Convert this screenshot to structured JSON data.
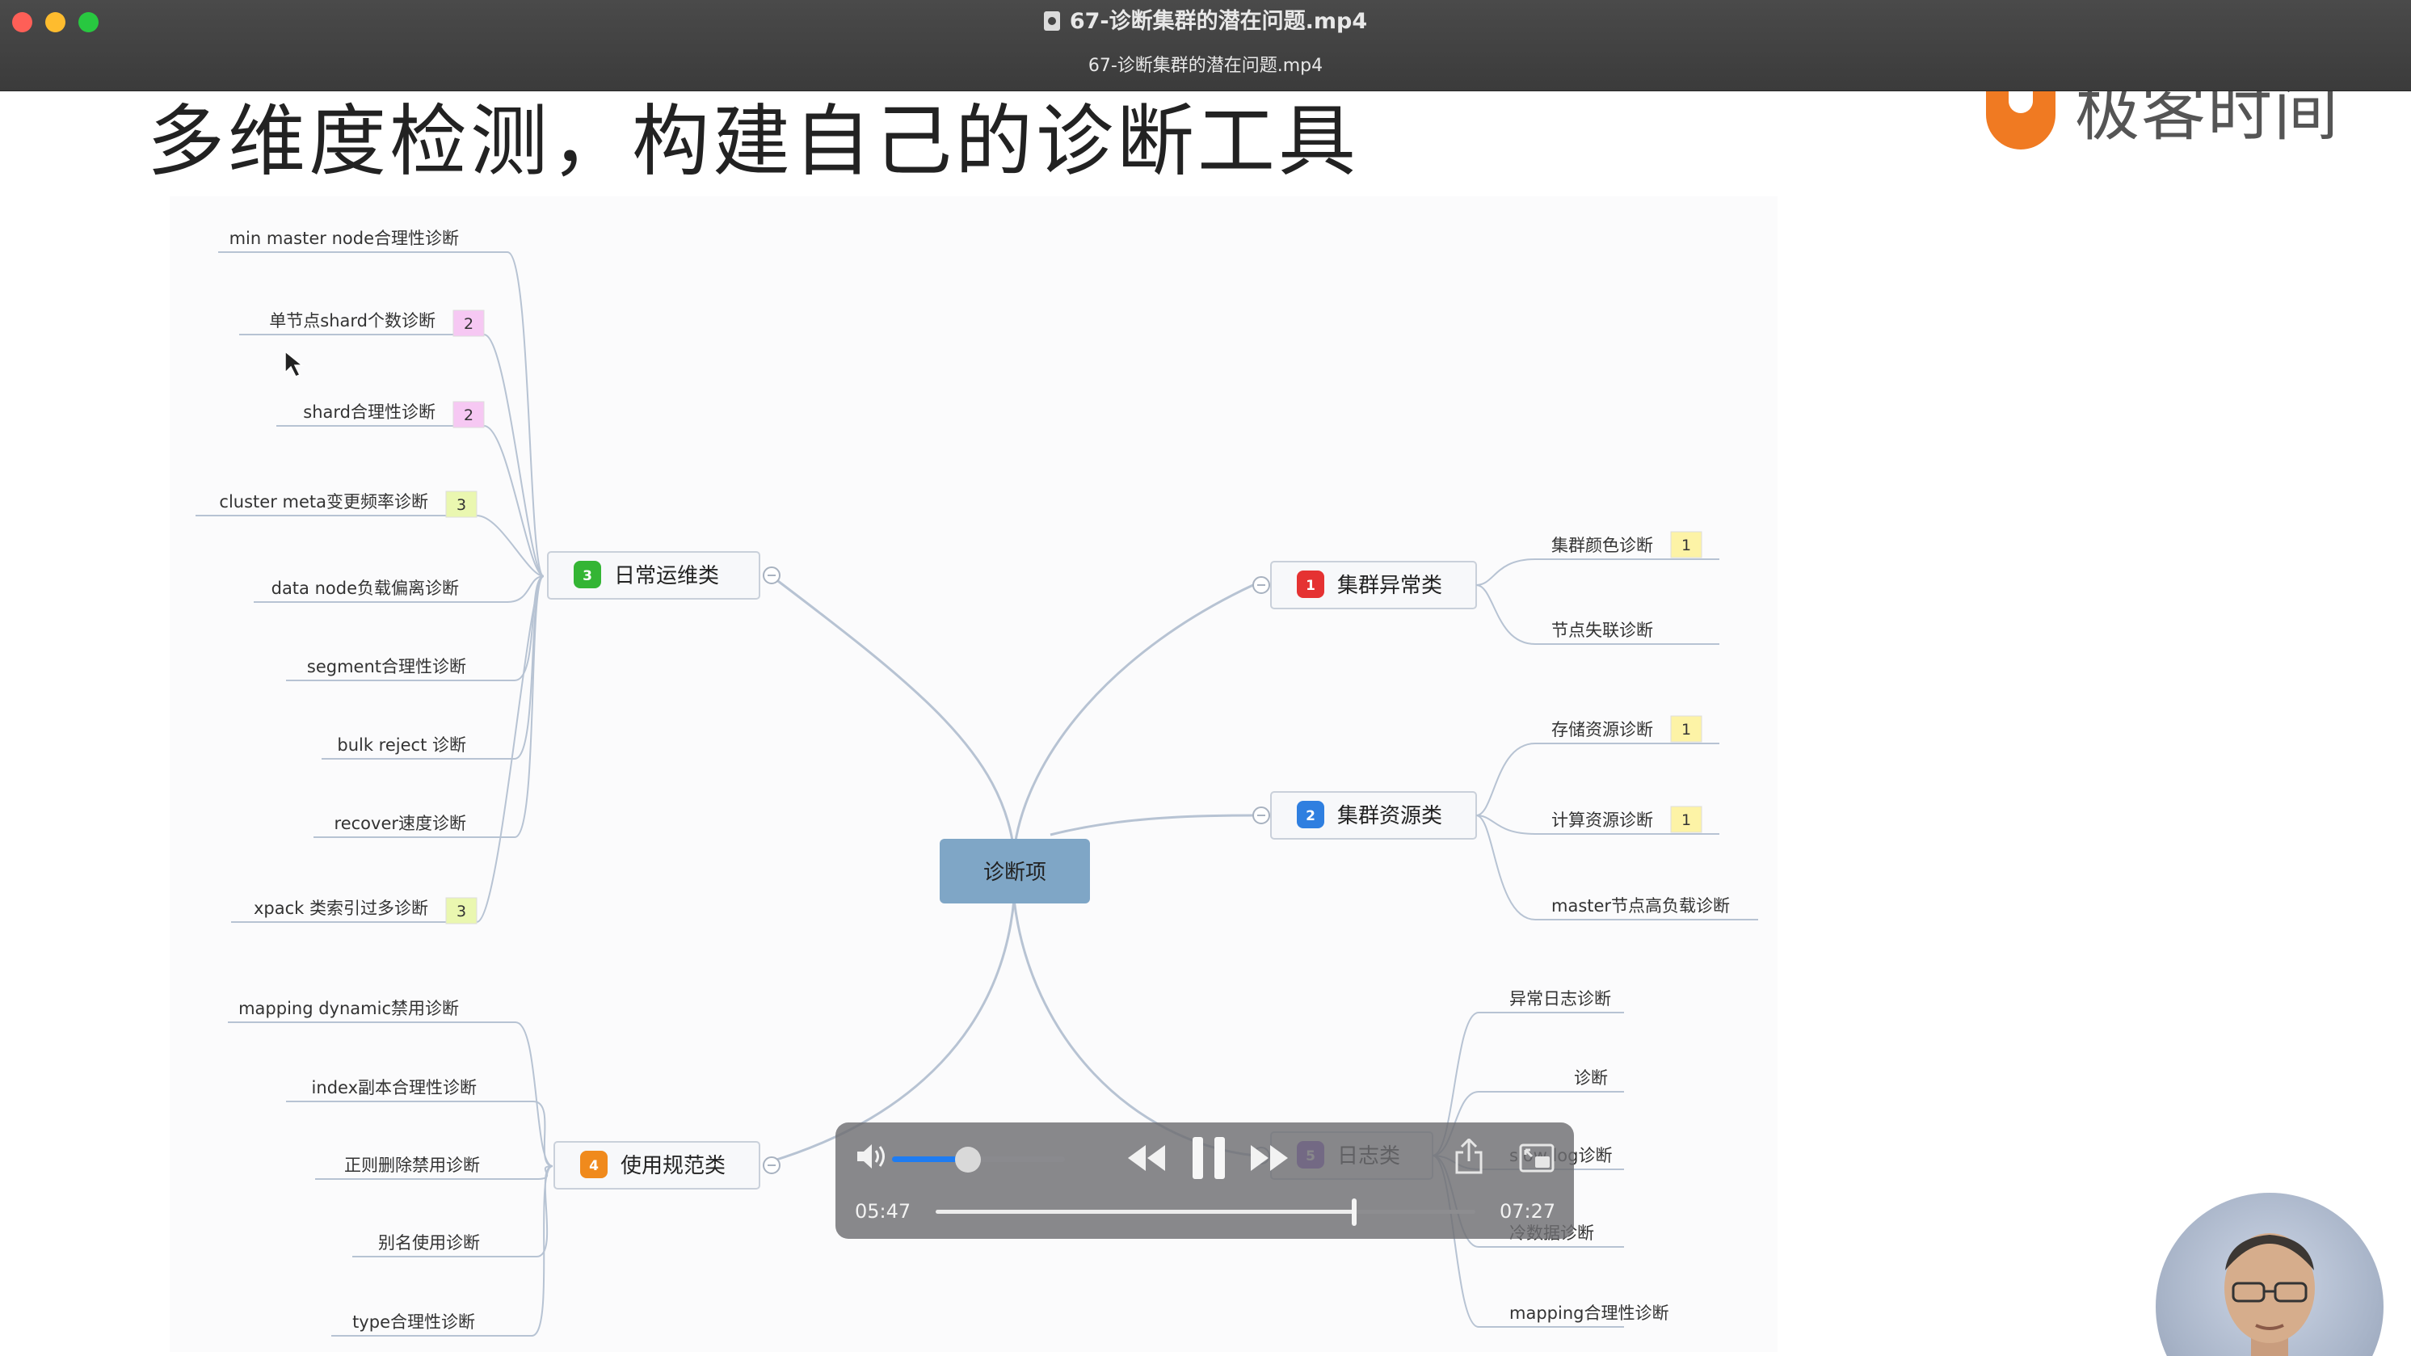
{
  "window": {
    "title": "67-诊断集群的潜在问题.mp4",
    "subtitle": "67-诊断集群的潜在问题.mp4"
  },
  "slide": {
    "title": "多维度检测，构建自己的诊断工具",
    "brand": "极客时间",
    "center": "诊断项",
    "categories": [
      {
        "num": "3",
        "label": "日常运维类",
        "color": "#34b534"
      },
      {
        "num": "1",
        "label": "集群异常类",
        "color": "#e53232"
      },
      {
        "num": "2",
        "label": "集群资源类",
        "color": "#2f7fe0"
      },
      {
        "num": "4",
        "label": "使用规范类",
        "color": "#f08a1c"
      },
      {
        "num": "5",
        "label": "日志类",
        "color": "#8a55d6"
      }
    ],
    "daily_items": [
      {
        "label": "min master node合理性诊断",
        "badge": ""
      },
      {
        "label": "单节点shard个数诊断",
        "badge": "2"
      },
      {
        "label": "shard合理性诊断",
        "badge": "2"
      },
      {
        "label": "cluster meta变更频率诊断",
        "badge": "3"
      },
      {
        "label": "data node负载偏离诊断",
        "badge": ""
      },
      {
        "label": "segment合理性诊断",
        "badge": ""
      },
      {
        "label": "bulk reject 诊断",
        "badge": ""
      },
      {
        "label": "recover速度诊断",
        "badge": ""
      },
      {
        "label": "xpack 类索引过多诊断",
        "badge": "3"
      }
    ],
    "usage_items": [
      {
        "label": "mapping dynamic禁用诊断"
      },
      {
        "label": "index副本合理性诊断"
      },
      {
        "label": "正则删除禁用诊断"
      },
      {
        "label": "别名使用诊断"
      },
      {
        "label": "type合理性诊断"
      }
    ],
    "anomaly_items": [
      {
        "label": "集群颜色诊断",
        "badge": "1"
      },
      {
        "label": "节点失联诊断",
        "badge": ""
      }
    ],
    "resource_items": [
      {
        "label": "存储资源诊断",
        "badge": "1"
      },
      {
        "label": "计算资源诊断",
        "badge": "1"
      },
      {
        "label": "master节点高负载诊断",
        "badge": ""
      }
    ],
    "log_items": [
      {
        "label": "异常日志诊断"
      },
      {
        "label": "诊断"
      },
      {
        "label": "slow log诊断"
      },
      {
        "label": "冷数据诊断"
      },
      {
        "label": "mapping合理性诊断"
      }
    ],
    "badge_colors": {
      "1": "#fdf3a6",
      "2": "#f6c8f3",
      "3": "#eaf7b0"
    }
  },
  "player": {
    "current_time": "05:47",
    "total_time": "07:27",
    "progress": 0.776,
    "volume": 0.44,
    "accent_color": "#1e7cf2"
  }
}
